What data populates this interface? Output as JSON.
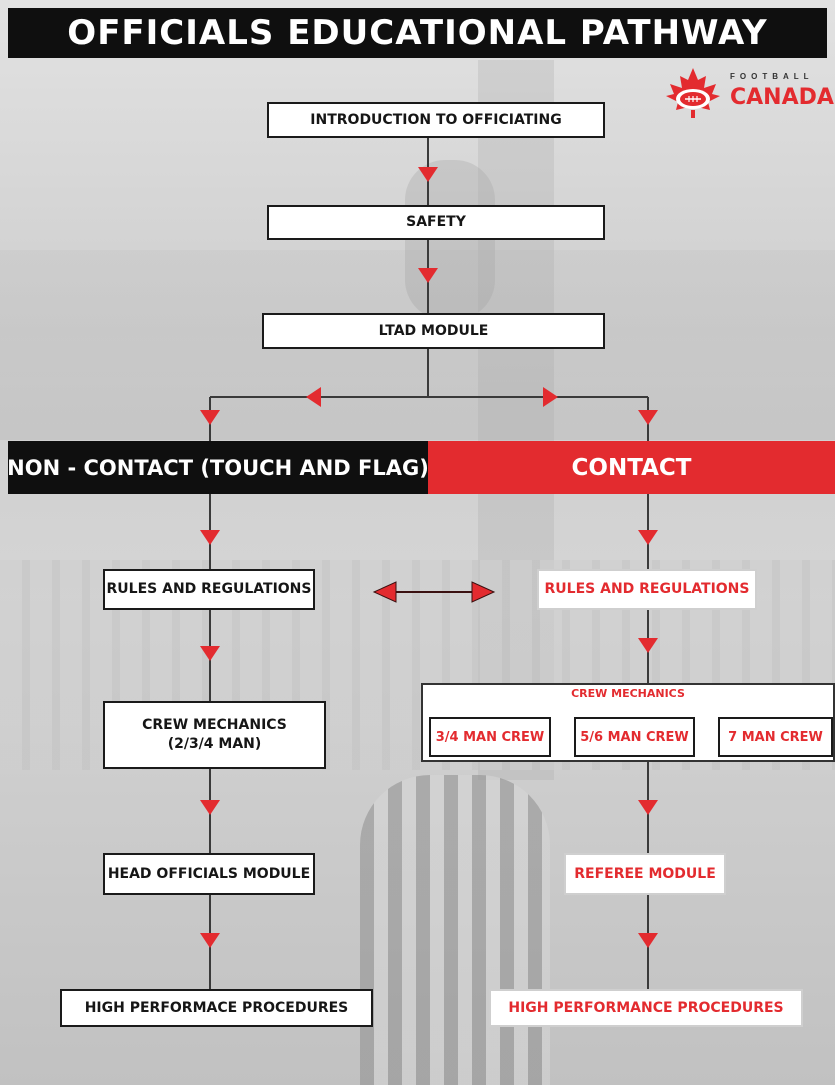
{
  "title": "OFFICIALS EDUCATIONAL PATHWAY",
  "logo": {
    "top_text": "FOOTBALL",
    "main_text": "CANADA",
    "icon": "maple-leaf-football-icon"
  },
  "colors": {
    "accent_red": "#e32b2f",
    "dark": "#0f0f0f",
    "box_bg": "#ffffff"
  },
  "common_path": {
    "step1": "INTRODUCTION TO OFFICIATING",
    "step2": "SAFETY",
    "step3": "LTAD MODULE"
  },
  "streams": {
    "non_contact_label": "NON - CONTACT (TOUCH AND FLAG)",
    "contact_label": "CONTACT"
  },
  "non_contact": {
    "rules": "RULES AND REGULATIONS",
    "crew": "CREW MECHANICS\n(2/3/4 MAN)",
    "head_officials": "HEAD OFFICIALS MODULE",
    "high_performance": "HIGH PERFORMACE PROCEDURES"
  },
  "contact": {
    "rules": "RULES AND REGULATIONS",
    "crew_title": "CREW MECHANICS",
    "crew_options": [
      "3/4 MAN CREW",
      "5/6 MAN CREW",
      "7 MAN CREW"
    ],
    "referee": "REFEREE MODULE",
    "high_performance": "HIGH PERFORMANCE PROCEDURES"
  }
}
